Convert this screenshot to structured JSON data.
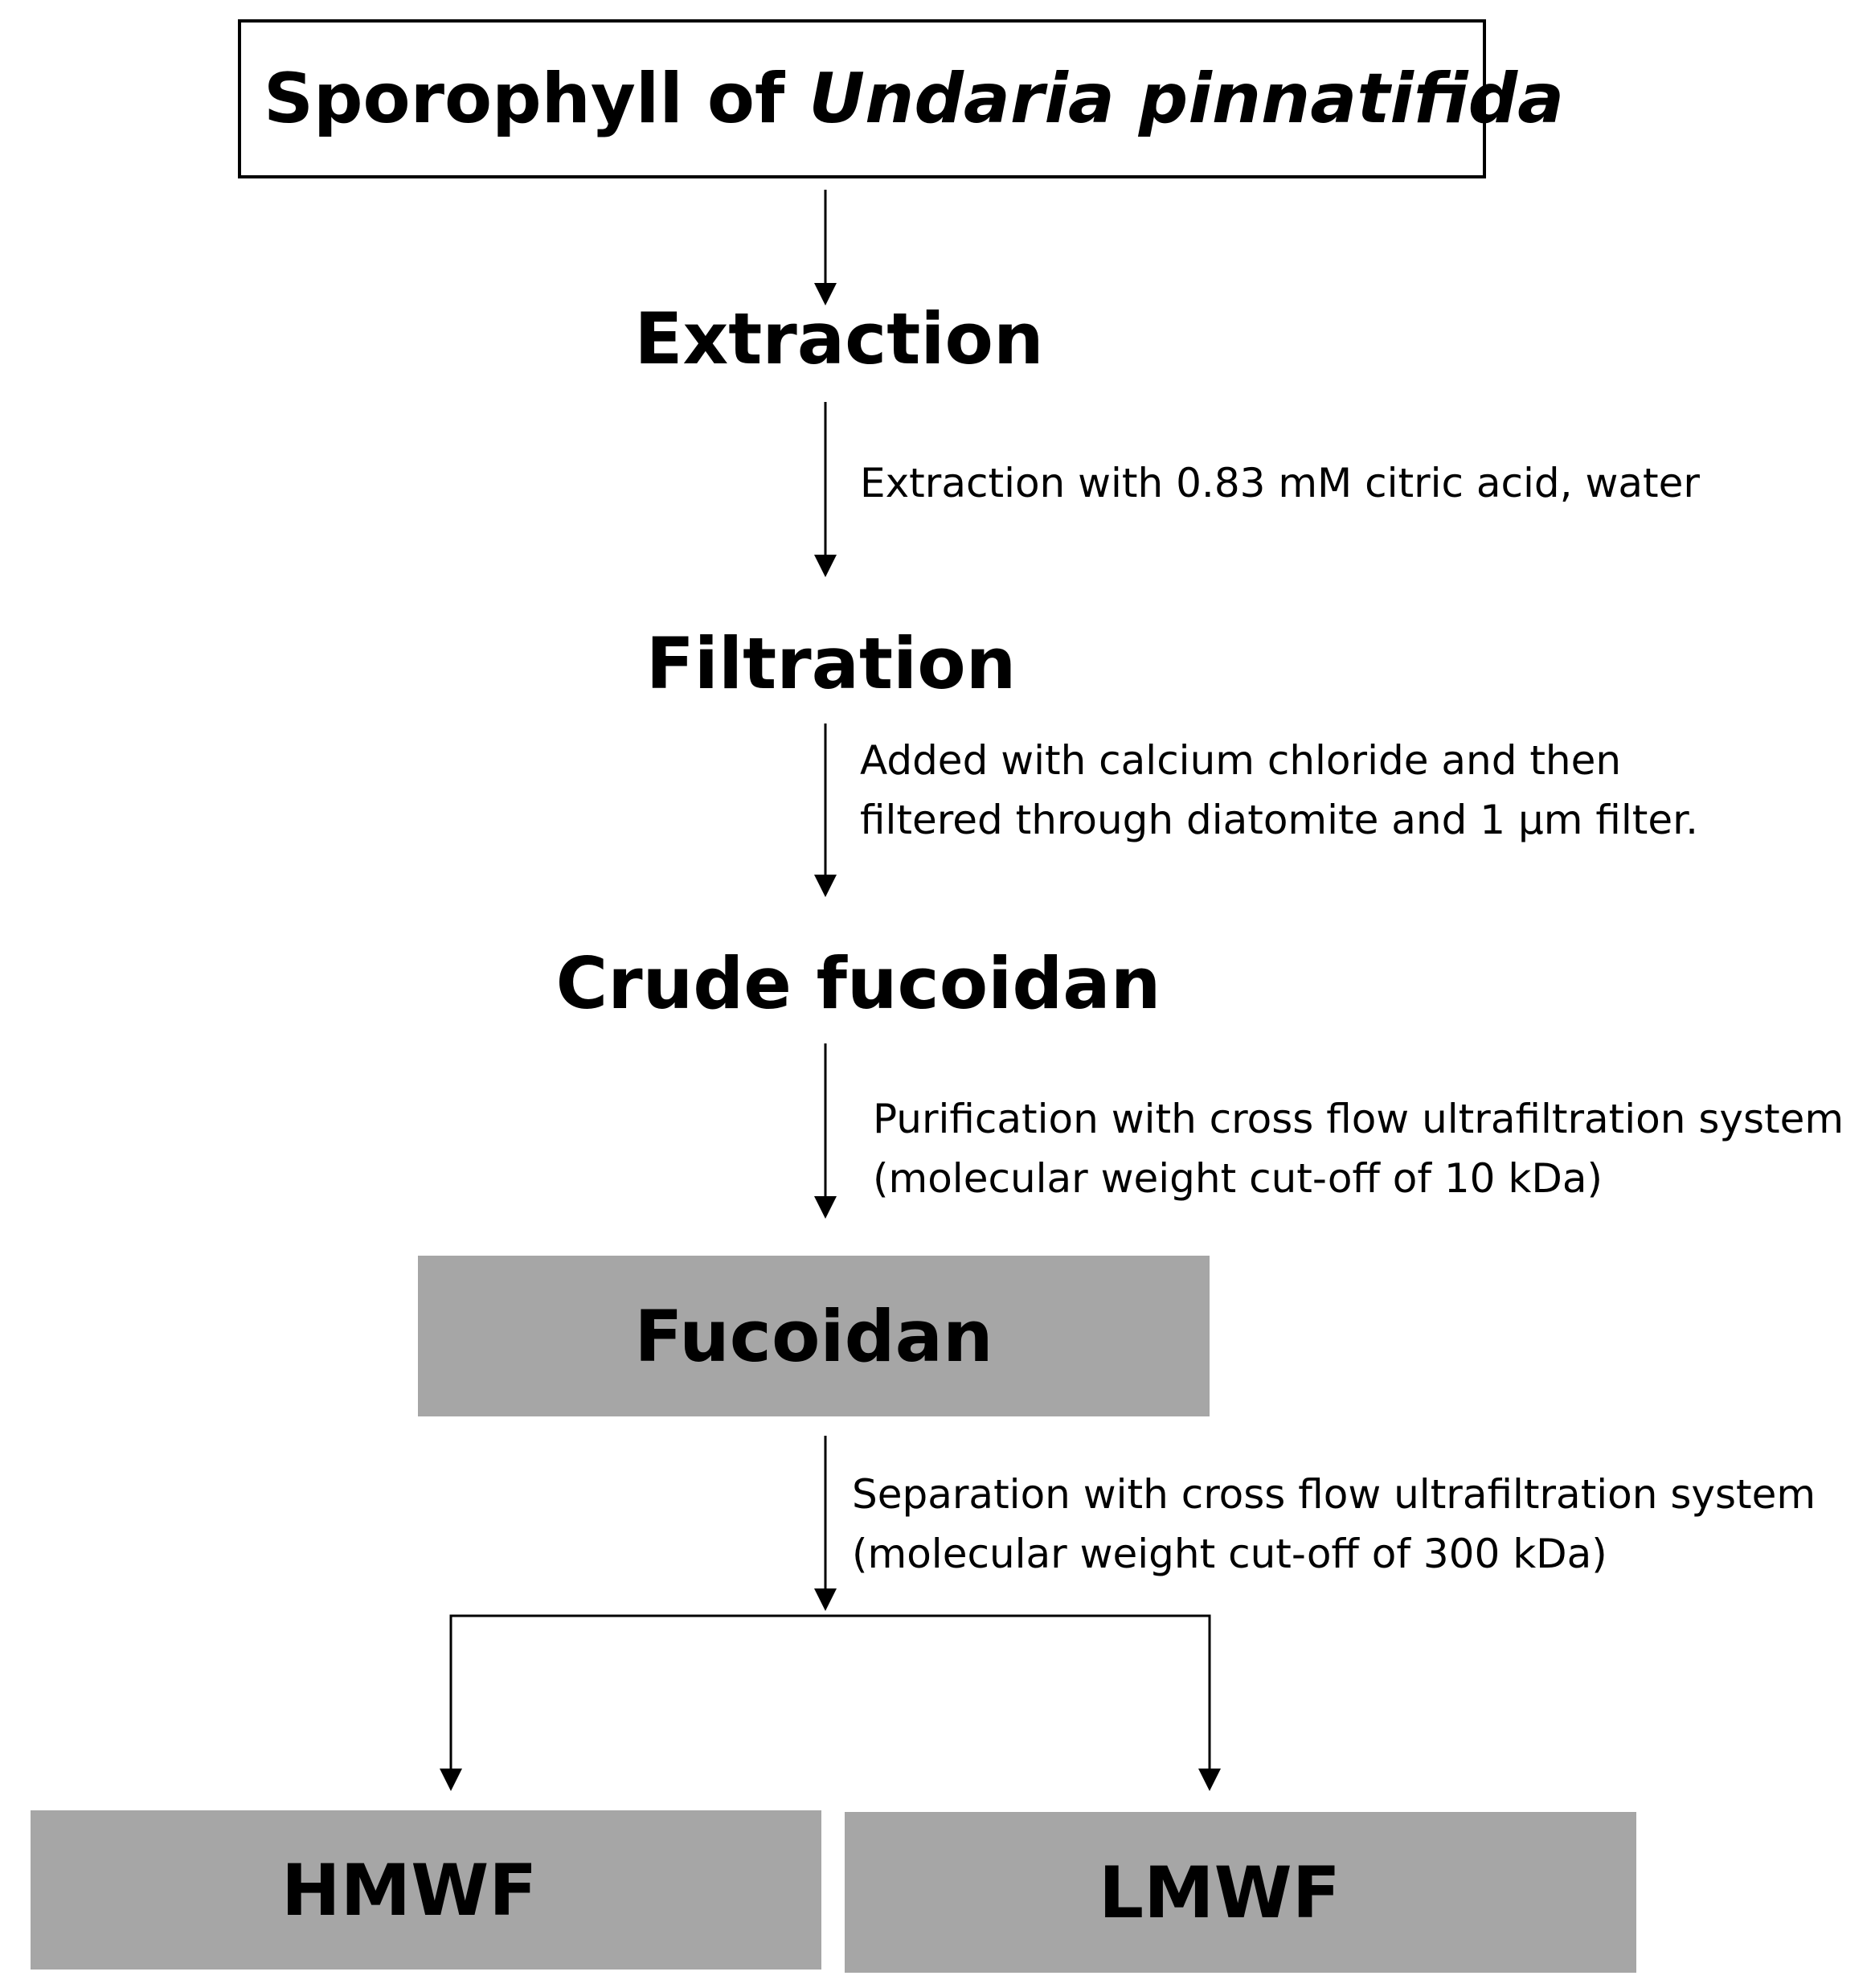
{
  "source": {
    "prefix": "Sporophyll of",
    "species": "Undaria pinnatifida"
  },
  "steps": {
    "extraction": "Extraction",
    "filtration": "Filtration",
    "crude": "Crude fucoidan"
  },
  "notes": {
    "extraction": [
      "Extraction with 0.83 mM citric acid, water"
    ],
    "filtration": [
      "Added with calcium chloride and then",
      "filtered through diatomite and 1 µm filter."
    ],
    "purification": [
      "Purification with cross flow ultrafiltration system",
      "(molecular weight cut-off of 10 kDa)"
    ],
    "separation": [
      "Separation with cross flow ultrafiltration system",
      "(molecular weight cut-off of 300 kDa)"
    ]
  },
  "products": {
    "fucoidan": "Fucoidan",
    "hmwf": "HMWF",
    "lmwf": "LMWF"
  },
  "colors": {
    "box_fill": "#a6a6a6",
    "line": "#000000"
  }
}
